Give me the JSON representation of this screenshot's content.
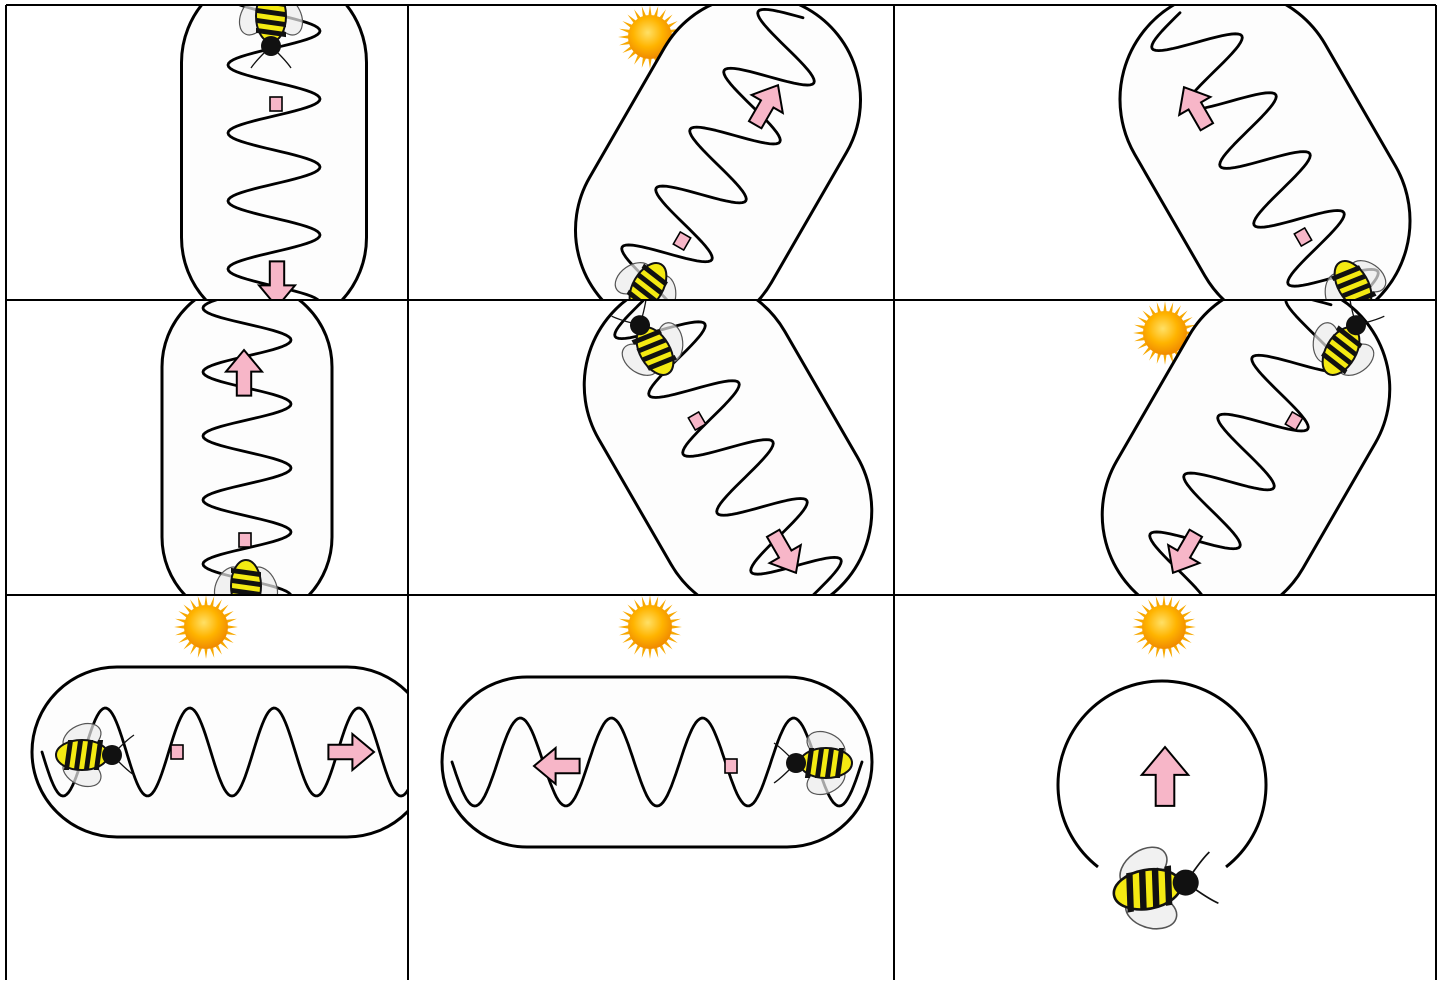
{
  "figure": {
    "panel_count": 9,
    "colors": {
      "background": "#ffffff",
      "grid": "#000000",
      "arrow_fill": "#f7b6c8",
      "bee_stripe": "#f4ea12",
      "bee_body": "#111111",
      "sun": "#f6a300"
    },
    "panels": [
      {
        "id": "p1",
        "dance": "waggle",
        "sun": false,
        "direction": "down"
      },
      {
        "id": "p2",
        "dance": "waggle",
        "sun": true,
        "direction": "up-right"
      },
      {
        "id": "p3",
        "dance": "waggle",
        "sun": false,
        "direction": "up-left"
      },
      {
        "id": "p4",
        "dance": "waggle",
        "sun": false,
        "direction": "up"
      },
      {
        "id": "p5",
        "dance": "waggle",
        "sun": false,
        "direction": "down-right"
      },
      {
        "id": "p6",
        "dance": "waggle",
        "sun": true,
        "direction": "down-left"
      },
      {
        "id": "p7",
        "dance": "waggle",
        "sun": true,
        "direction": "right"
      },
      {
        "id": "p8",
        "dance": "waggle",
        "sun": true,
        "direction": "left"
      },
      {
        "id": "p9",
        "dance": "round",
        "sun": true,
        "direction": "up"
      }
    ],
    "icons": [
      "sun-icon",
      "bee-icon",
      "direction-arrow-icon"
    ]
  }
}
